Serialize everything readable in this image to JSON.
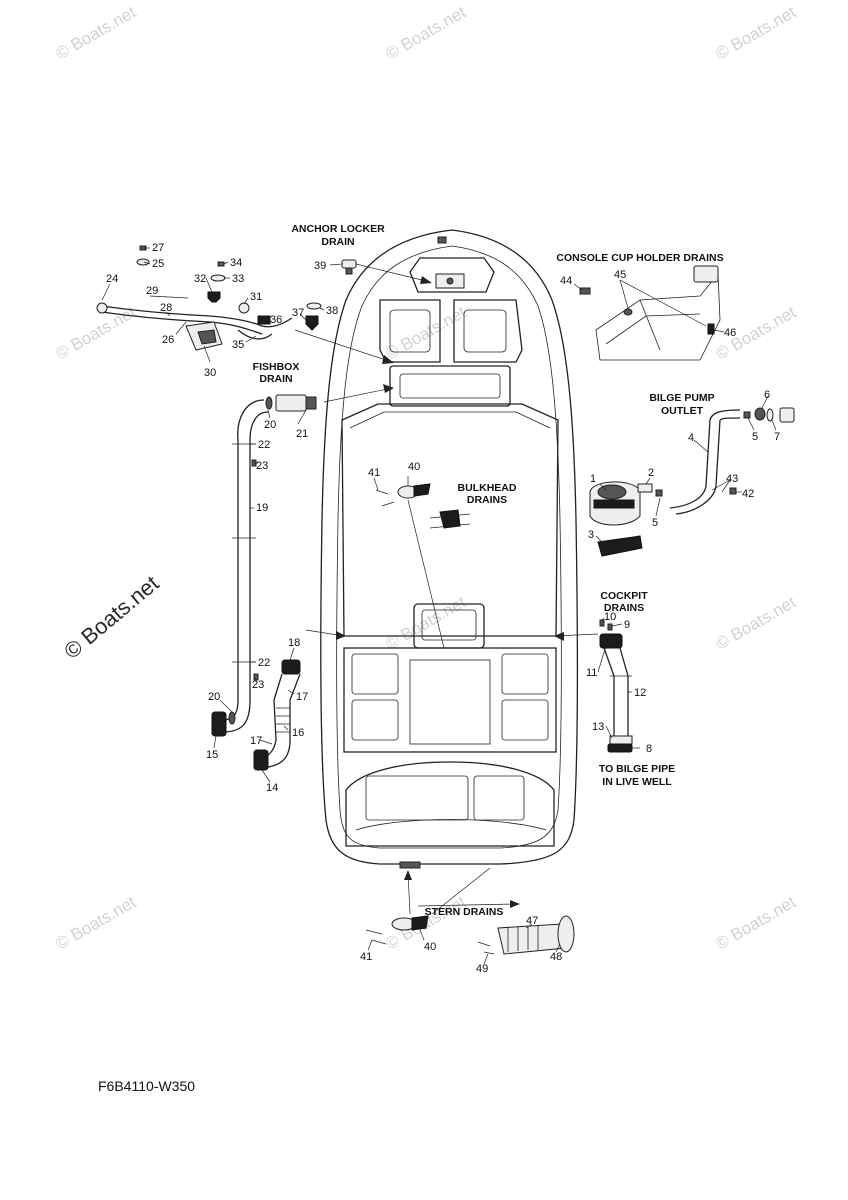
{
  "watermark": {
    "text": "© Boats.net",
    "large_text": "© Boats.net"
  },
  "diagram_code": "F6B4110-W350",
  "section_titles": {
    "anchor_locker": [
      "ANCHOR LOCKER",
      "DRAIN"
    ],
    "console_cup": "CONSOLE CUP HOLDER DRAINS",
    "fishbox": [
      "FISHBOX",
      "DRAIN"
    ],
    "bilge_pump": [
      "BILGE PUMP",
      "OUTLET"
    ],
    "bulkhead": [
      "BULKHEAD",
      "DRAINS"
    ],
    "cockpit": [
      "COCKPIT",
      "DRAINS"
    ],
    "to_bilge": [
      "TO BILGE PIPE",
      "IN LIVE WELL"
    ],
    "stern": "STERN DRAINS"
  },
  "callouts": {
    "c1": "1",
    "c2": "2",
    "c3": "3",
    "c4": "4",
    "c5a": "5",
    "c5b": "5",
    "c6": "6",
    "c7": "7",
    "c8": "8",
    "c9": "9",
    "c10": "10",
    "c11": "11",
    "c12": "12",
    "c13": "13",
    "c14": "14",
    "c15": "15",
    "c16": "16",
    "c17a": "17",
    "c17b": "17",
    "c18": "18",
    "c19": "19",
    "c20a": "20",
    "c20b": "20",
    "c21": "21",
    "c22a": "22",
    "c22b": "22",
    "c23a": "23",
    "c23b": "23",
    "c24": "24",
    "c25": "25",
    "c26": "26",
    "c27": "27",
    "c28": "28",
    "c29": "29",
    "c30": "30",
    "c31": "31",
    "c32": "32",
    "c33": "33",
    "c34": "34",
    "c35": "35",
    "c36": "36",
    "c37": "37",
    "c38": "38",
    "c39": "39",
    "c40a": "40",
    "c40b": "40",
    "c41a": "41",
    "c41b": "41",
    "c42": "42",
    "c43": "43",
    "c44": "44",
    "c45": "45",
    "c46": "46",
    "c47": "47",
    "c48": "48",
    "c49": "49"
  }
}
